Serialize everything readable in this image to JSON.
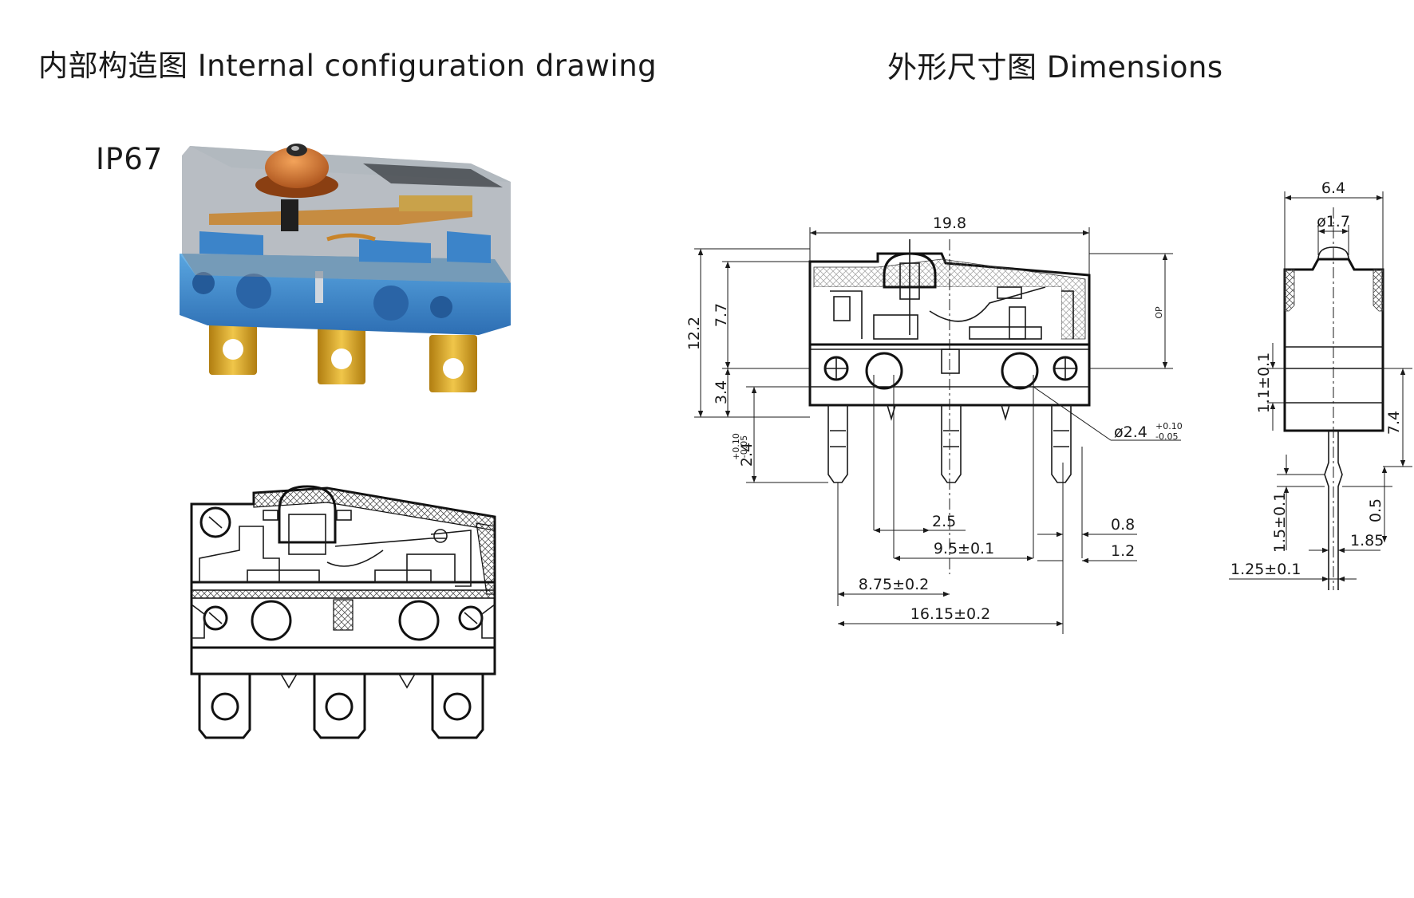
{
  "headings": {
    "internal": "内部构造图 Internal configuration drawing",
    "dimensions": "外形尺寸图 Dimensions"
  },
  "rating": "IP67",
  "dimensions": {
    "overall_length": "19.8",
    "total_height": "12.2",
    "housing_height": "7.7",
    "base_height": "3.4",
    "terminal_length": "2.4",
    "terminal_tol_upper": "+0.10",
    "terminal_tol_lower": "-0.05",
    "mount_hole": "ø2.4",
    "mount_hole_tol_upper": "+0.10",
    "mount_hole_tol_lower": "-0.05",
    "op_label": "OP",
    "pitch_small": "2.5",
    "pitch_hole": "9.5±0.1",
    "pitch_terminal": "8.75±0.2",
    "terminal_span": "16.15±0.2",
    "terminal_thickness": "0.8",
    "terminal_width": "1.2",
    "side_width": "6.4",
    "plunger_dia": "ø1.7",
    "side_offset": "1.1±0.1",
    "side_height": "7.4",
    "side_tab": "1.5±0.1",
    "side_tab_len": "1.85",
    "side_tip": "0.5",
    "side_pos": "1.25±0.1"
  },
  "colors": {
    "housing_blue": "#3f8fd0",
    "terminal_gold": "#d9a21c",
    "plunger_orange": "#d9782b",
    "cover_grey": "#8e96a0"
  }
}
